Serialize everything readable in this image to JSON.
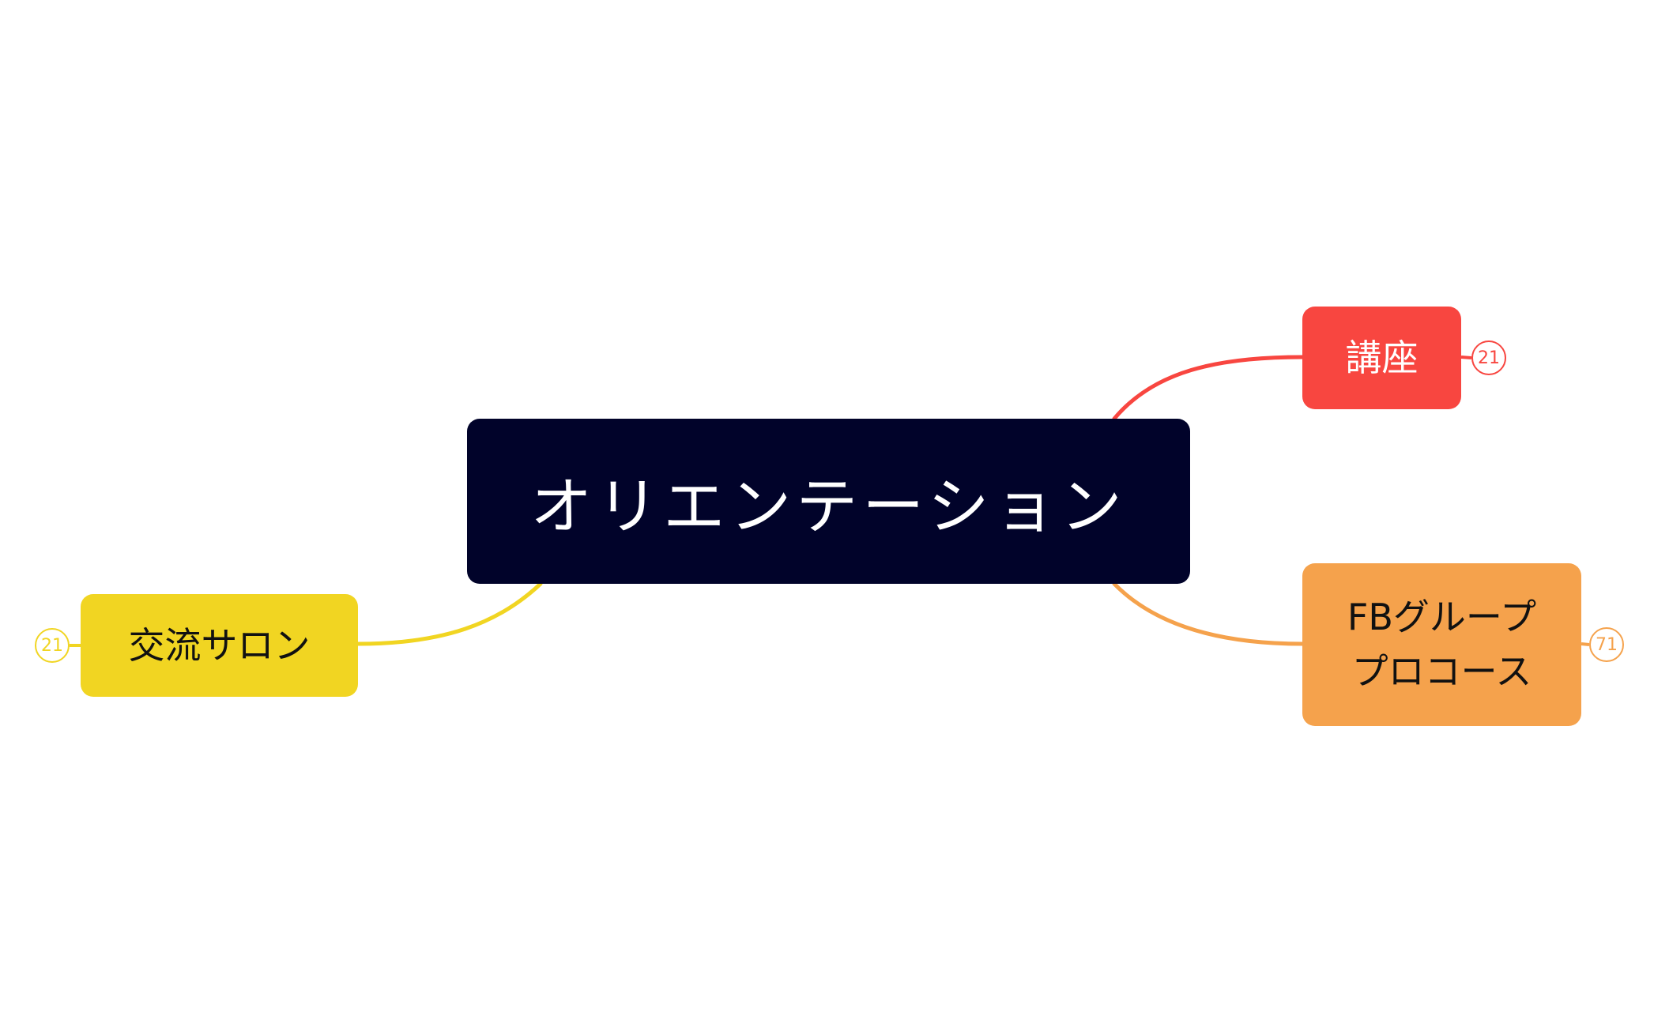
{
  "mindmap": {
    "central": {
      "label": "オリエンテーション",
      "color": "#01032a"
    },
    "branches": [
      {
        "id": "kouza",
        "lines": [
          "講座"
        ],
        "color": "#f84640",
        "collapsed_count": "21"
      },
      {
        "id": "fb",
        "lines": [
          "FBグループ",
          "プロコース"
        ],
        "color": "#f5a24c",
        "collapsed_count": "71"
      },
      {
        "id": "salon",
        "lines": [
          "交流サロン"
        ],
        "color": "#f1d522",
        "collapsed_count": "21"
      }
    ]
  }
}
